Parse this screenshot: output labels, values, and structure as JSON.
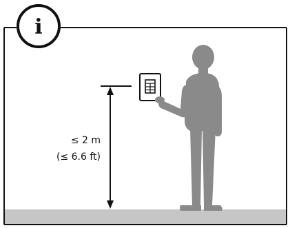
{
  "info_badge": {
    "glyph": "i",
    "icon": "info-icon"
  },
  "height_label": {
    "line1": "≤ 2 m",
    "line2": "(≤ 6.6 ft)"
  },
  "device": {
    "icon": "keypad-device-icon"
  },
  "figure": {
    "icon": "person-silhouette-icon"
  },
  "colors": {
    "stroke": "#111111",
    "floor": "#c6c6c6",
    "person": "#8a8a8a",
    "background": "#ffffff"
  }
}
